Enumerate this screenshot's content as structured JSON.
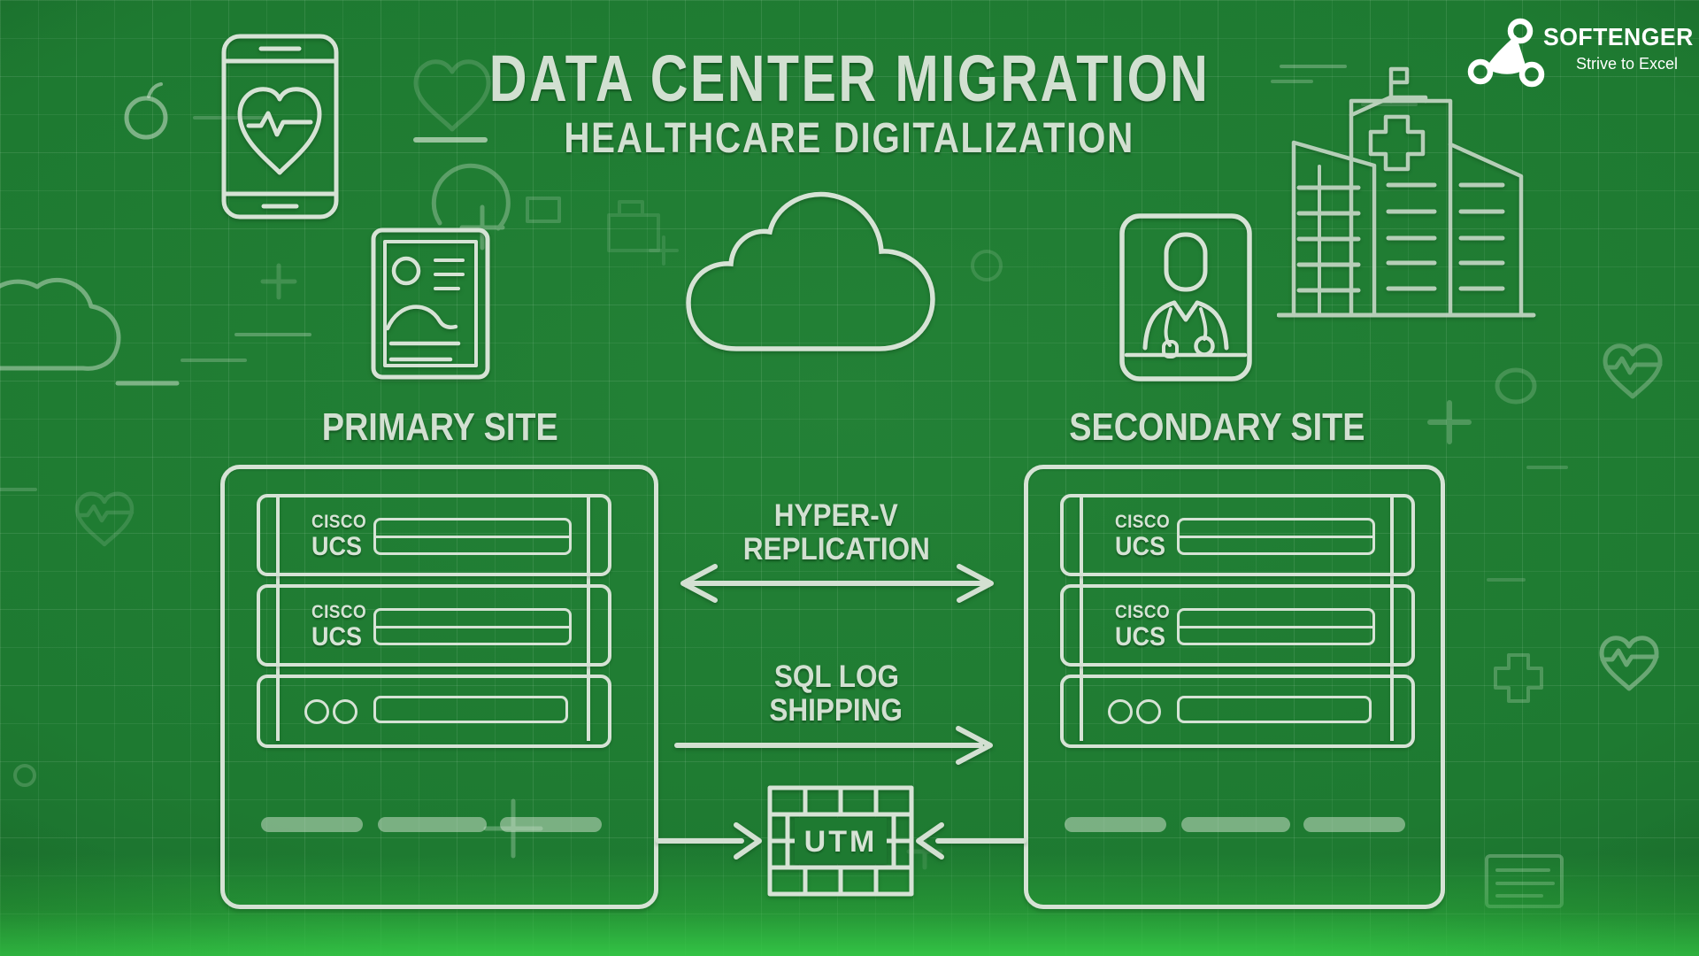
{
  "colors": {
    "background": "#1e7a31",
    "line": "#d6e3d5",
    "text": "#d2e0d1",
    "bottom_glow": "#34c746",
    "logo_white": "#ffffff"
  },
  "header": {
    "title": "DATA CENTER MIGRATION",
    "subtitle": "HEALTHCARE DIGITALIZATION"
  },
  "logo": {
    "brand": "SOFTENGER",
    "tagline": "Strive to Excel"
  },
  "primary_site": {
    "label": "PRIMARY SITE",
    "servers": [
      {
        "brand": "CISCO",
        "model": "UCS"
      },
      {
        "brand": "CISCO",
        "model": "UCS"
      }
    ]
  },
  "secondary_site": {
    "label": "SECONDARY SITE",
    "servers": [
      {
        "brand": "CISCO",
        "model": "UCS"
      },
      {
        "brand": "CISCO",
        "model": "UCS"
      }
    ]
  },
  "connections": {
    "hyperv_line1": "HYPER-V",
    "hyperv_line2": "REPLICATION",
    "sql_line1": "SQL LOG",
    "sql_line2": "SHIPPING",
    "utm_label": "UTM"
  }
}
